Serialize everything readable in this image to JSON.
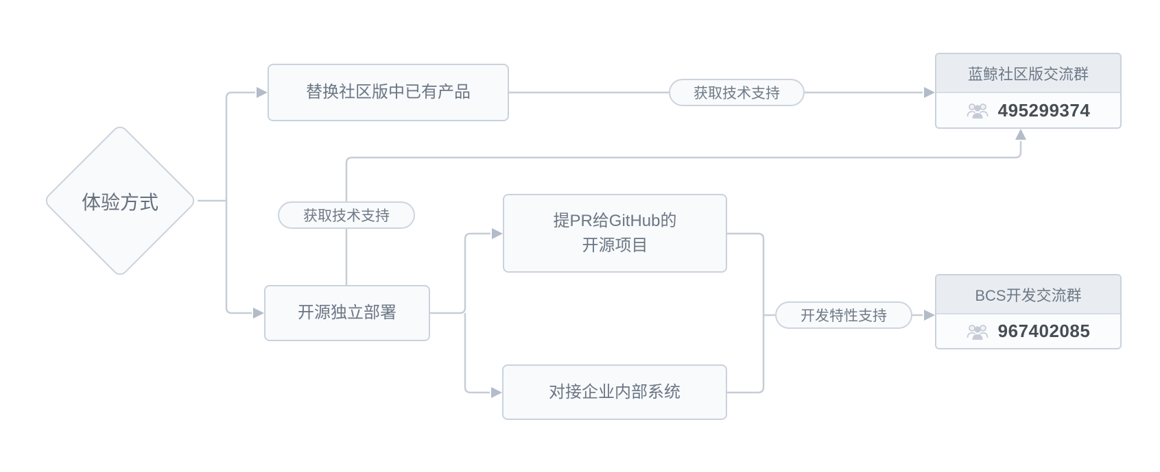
{
  "diagram": {
    "start": {
      "label": "体验方式"
    },
    "nodes": {
      "replace_product": {
        "label": "替换社区版中已有产品"
      },
      "opensource_deploy": {
        "label": "开源独立部署"
      },
      "pr_github": {
        "lines": [
          "提PR给GitHub的",
          "开源项目"
        ]
      },
      "enterprise_system": {
        "label": "对接企业内部系统"
      }
    },
    "edges": {
      "top_support": {
        "label": "获取技术支持"
      },
      "left_support": {
        "label": "获取技术支持"
      },
      "dev_feature": {
        "label": "开发特性支持"
      }
    },
    "groups": {
      "blueking": {
        "title": "蓝鲸社区版交流群",
        "qq": "495299374",
        "icon": "group-icon"
      },
      "bcs": {
        "title": "BCS开发交流群",
        "qq": "967402085",
        "icon": "group-icon"
      }
    },
    "palette": {
      "line": "#c6cdd7",
      "arrow": "#b3bcc8",
      "node_border": "#c9d2dc",
      "node_fill": "#f8fafc",
      "card_header_fill": "#e9edf2",
      "label_text": "#6b7683",
      "number_text": "#474d55"
    }
  }
}
